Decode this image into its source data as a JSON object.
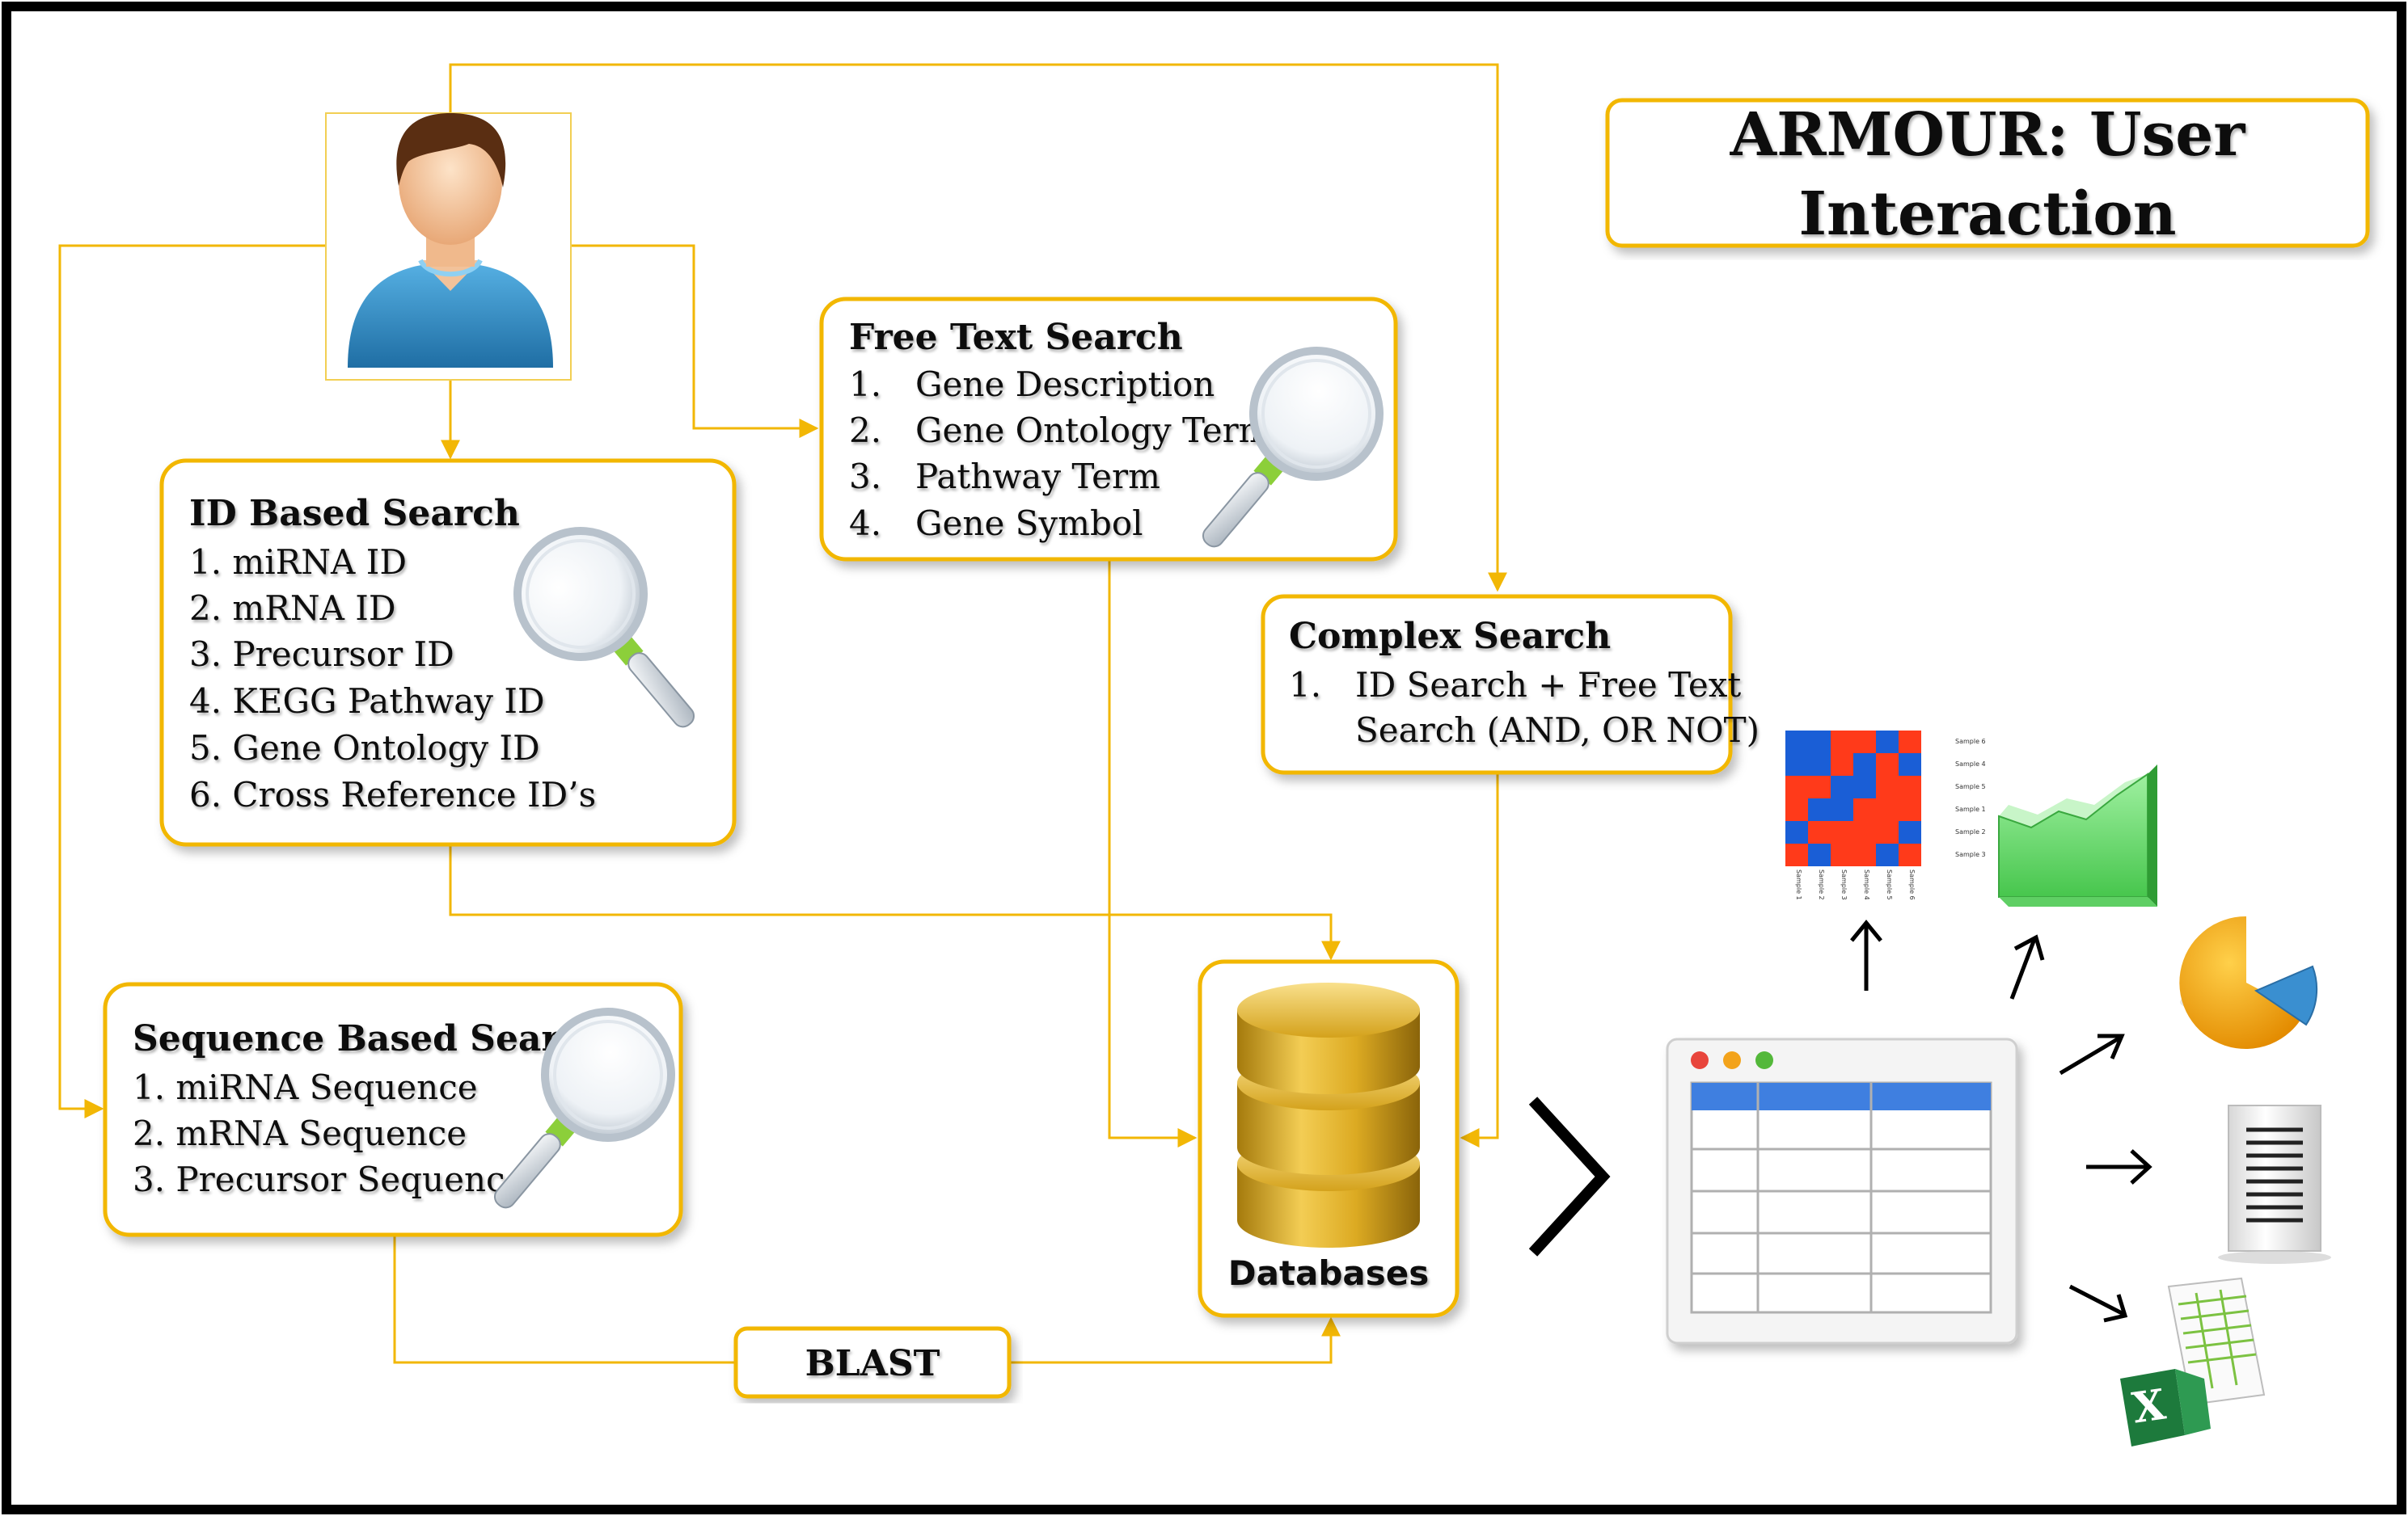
{
  "title": {
    "line1": "ARMOUR: User",
    "line2": "Interaction"
  },
  "free_text_search": {
    "heading": "Free Text Search",
    "items": [
      {
        "num": "1.",
        "text": "Gene Description"
      },
      {
        "num": "2.",
        "text": "Gene Ontology Term"
      },
      {
        "num": "3.",
        "text": "Pathway Term"
      },
      {
        "num": "4.",
        "text": "Gene Symbol"
      }
    ]
  },
  "id_based_search": {
    "heading": "ID Based Search",
    "items": [
      "1. miRNA ID",
      "2. mRNA ID",
      "3. Precursor ID",
      "4. KEGG Pathway ID",
      "5. Gene Ontology ID",
      "6. Cross Reference ID’s"
    ]
  },
  "complex_search": {
    "heading": "Complex Search",
    "num": "1.",
    "line1": "ID Search + Free Text",
    "line2": "Search (AND, OR NOT)"
  },
  "sequence_based_search": {
    "heading": "Sequence Based Search",
    "items": [
      "1. miRNA Sequence",
      "2. mRNA Sequence",
      "3. Precursor Sequence"
    ]
  },
  "databases": {
    "label": "Databases"
  },
  "blast": {
    "label": "BLAST"
  },
  "heatmap": {
    "labels_right": [
      "Sample 6",
      "Sample 4",
      "Sample 5",
      "Sample 1",
      "Sample 2",
      "Sample 3"
    ],
    "labels_bottom": [
      "Sample 1",
      "Sample 2",
      "Sample 3",
      "Sample 4",
      "Sample 5",
      "Sample 6"
    ]
  },
  "colors": {
    "box_border": "#f2b705",
    "connector": "#f2b705",
    "text": "#111111",
    "heatmap_red": "#ff3a1a",
    "heatmap_blue": "#1a5ed6"
  }
}
